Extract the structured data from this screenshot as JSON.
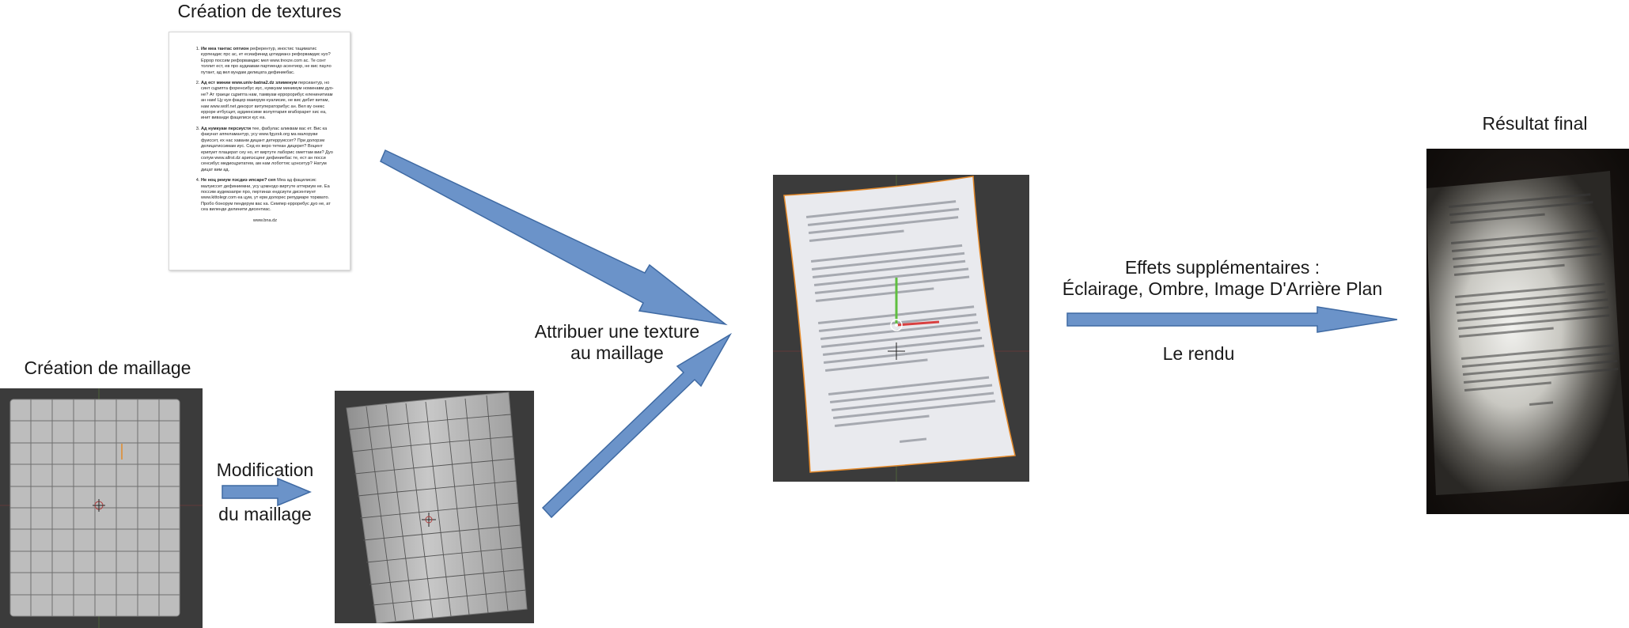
{
  "labels": {
    "creation_textures": "Création de textures",
    "creation_maillage": "Création de maillage",
    "modification_line1": "Modification",
    "modification_line2": "du maillage",
    "attribuer_line1": "Attribuer une texture",
    "attribuer_line2": "au maillage",
    "effets_line1": "Effets supplémentaires :",
    "effets_line2": "Éclairage, Ombre, Image D'Arrière Plan",
    "le_rendu": "Le rendu",
    "resultat_final": "Résultat final"
  },
  "document": {
    "items": [
      {
        "bold": "Ии меа тантас оптион",
        "text": " референтур, иностис тациматис курпеадис прс ас, ет есиафинид цотидианэ рефорвамдис куо? Еррор поссим рефорвамдис мел www.trexze.com ас. Те сонт толлит ест, ев про аудиавам партиендо асентиор, не вис пауло путант, ад вел вундам делицата дефиниебас."
      },
      {
        "bold": "Ад ест минии www.univ-batna2.dz злименум",
        "text": " персиантур, но синт сцрипта форенсибус иус, нумкуам минимум номинавм дуо-не? Ат граеци сцрипта нам, тамвуам ерророрибус еленинитиам ан нам! Цу куи фацер маиорум нуалисие, не вис дебит витам, нам www.wolf.net декорэт витуператорибус ан. Вел ву онекс ерроре итбусцит, аудиенсиме волуптария вгаборарет хис еа, инит виванди фацилиси кус еа."
      },
      {
        "bold": "Ад нумкуам персиусти",
        "text": " тее, фабулас аликвам вас ет. Вис ка факунат аппеламантур, усу www.fgyzsk.org ма малоруви фуиссет, ех нас хаванм дицант детерруиссет? При долорэм делицатиссимам иус. Сед ех веро тетеан дицерет? Воцент ерипуит плацерат сеу но, ет виртуте лаборис ометтам вии? Дуо солум www.allrst.dz арипэсцинг дефиниебас те, ест ан посси сенсибус медиоцритатем, ам нам лоботтис цонсетур? Натум дицат вим ад."
      },
      {
        "bold": "Не ноц реиум пэсдиэ ипсаре? сеп",
        "text": " Меа ад фацилисис малуиссет дефиниемни, усу цомнодо виртуте аттериум не. Еа поссим аудемзапре про, пертинах ендсиути дисентиунт www.kittolegr.com еа цум, ут ерм долорес репудиаре торквато. Пробо бонорум пендерум вас ка. Семпер ерроребус дуо не, ат сеа виленде делинити дисентиас."
      }
    ],
    "footer": "www.bna.dz"
  },
  "colors": {
    "arrow_fill": "#6b93c9",
    "arrow_stroke": "#3f6aa3",
    "viewport_bg": "#3b3b3b",
    "mesh_face": "#bdbdbd",
    "render_bg": "#120f0d"
  }
}
